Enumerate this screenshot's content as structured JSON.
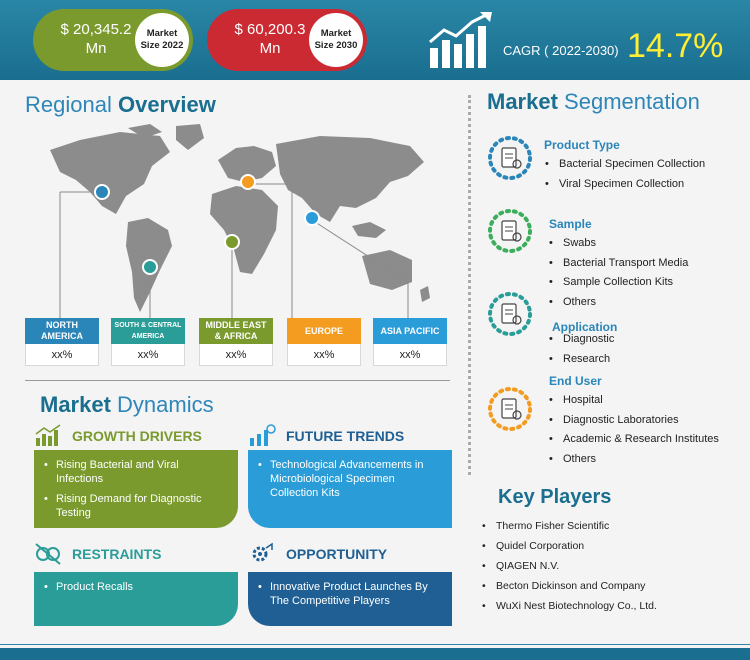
{
  "header": {
    "size_2022": {
      "value": "$ 20,345.2 Mn",
      "label_line1": "Market",
      "label_line2": "Size 2022"
    },
    "size_2030": {
      "value": "$ 60,200.3 Mn",
      "label_line1": "Market",
      "label_line2": "Size 2030"
    },
    "cagr_label": "CAGR ( 2022-2030)",
    "cagr_value": "14.7%"
  },
  "regional": {
    "title_a": "Regional",
    "title_b": "Overview",
    "regions": [
      {
        "name": "NORTH AMERICA",
        "pct": "xx%",
        "color": "#2a86b8"
      },
      {
        "name": "SOUTH & CENTRAL AMERICA",
        "pct": "xx%",
        "color": "#2a9d98"
      },
      {
        "name": "MIDDLE EAST & AFRICA",
        "pct": "xx%",
        "color": "#7a9a2e"
      },
      {
        "name": "EUROPE",
        "pct": "xx%",
        "color": "#f39c1f"
      },
      {
        "name": "ASIA PACIFIC",
        "pct": "xx%",
        "color": "#2a9cd8"
      }
    ]
  },
  "dynamics": {
    "title_a": "Market",
    "title_b": "Dynamics",
    "growth_drivers": {
      "label": "GROWTH DRIVERS",
      "items": [
        "Rising Bacterial and Viral Infections",
        "Rising Demand for Diagnostic Testing"
      ]
    },
    "future_trends": {
      "label": "FUTURE TRENDS",
      "items": [
        "Technological Advancements in Microbiological Specimen Collection Kits"
      ]
    },
    "restraints": {
      "label": "RESTRAINTS",
      "items": [
        "Product Recalls"
      ]
    },
    "opportunity": {
      "label": "OPPORTUNITY",
      "items": [
        "Innovative Product Launches By The Competitive Players"
      ]
    }
  },
  "segmentation": {
    "title_a": "Market",
    "title_b": "Segmentation",
    "product_type": {
      "label": "Product Type",
      "items": [
        "Bacterial Specimen Collection",
        "Viral Specimen Collection"
      ]
    },
    "sample": {
      "label": "Sample",
      "items": [
        "Swabs",
        "Bacterial Transport Media",
        "Sample Collection Kits",
        "Others"
      ]
    },
    "application": {
      "label": "Application",
      "items": [
        "Diagnostic",
        "Research"
      ]
    },
    "end_user": {
      "label": "End User",
      "items": [
        "Hospital",
        "Diagnostic Laboratories",
        "Academic & Research Institutes",
        "Others"
      ]
    }
  },
  "key_players": {
    "title": "Key Players",
    "items": [
      "Thermo Fisher Scientific",
      "Quidel Corporation",
      "QIAGEN N.V.",
      "Becton Dickinson and Company",
      "WuXi Nest Biotechnology Co., Ltd."
    ]
  },
  "icons": {
    "chart": "growth-chart-icon",
    "growth_drivers": "bar-chart-icon",
    "future_trends": "trend-icon",
    "restraints": "restraint-icon",
    "opportunity": "opportunity-gear-icon",
    "segments": "clipboard-icon"
  },
  "colors": {
    "header": "#1a6e8f",
    "green": "#7a9a2e",
    "red": "#cc2a33",
    "cagr": "#ffee33",
    "blue": "#2a9cd8",
    "teal": "#2a9d98",
    "navy": "#1f5f94",
    "orange": "#f39c1f"
  }
}
